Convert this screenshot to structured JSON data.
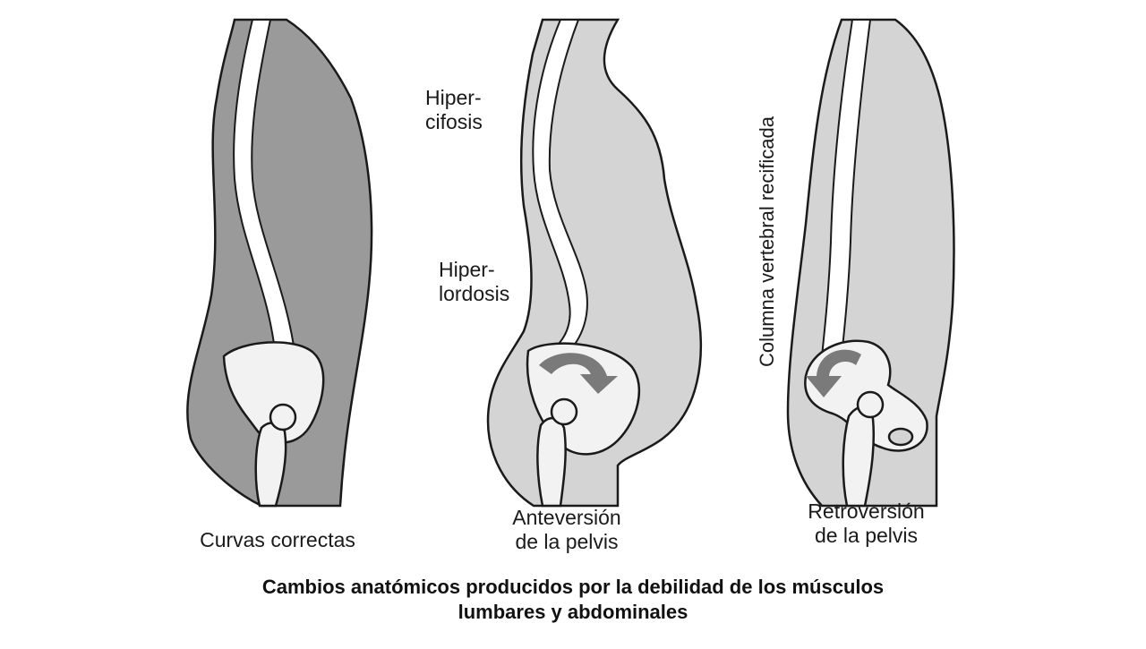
{
  "figures": [
    {
      "id": "correct",
      "labels": [
        "Curvas correctas"
      ]
    },
    {
      "id": "anteversion",
      "labels": [
        "Anteversión",
        "de la pelvis"
      ],
      "annotations": [
        {
          "lines": [
            "Hiper-",
            "cifosis"
          ]
        },
        {
          "lines": [
            "Hiper-",
            "lordosis"
          ]
        }
      ]
    },
    {
      "id": "retroversion",
      "labels": [
        "Retroversión",
        "de la pelvis"
      ],
      "annotations": [
        {
          "lines": [
            "Columna vertebral recificada"
          ]
        }
      ]
    }
  ],
  "caption": {
    "line1": "Cambios anatómicos producidos por la debilidad de los músculos",
    "line2": "lumbares y abdominales"
  },
  "colors": {
    "body_dark": "#9a9a9a",
    "body_light": "#d4d4d4",
    "spine": "#ffffff",
    "bone": "#f2f2f2",
    "outline": "#1a1a1a",
    "arrow": "#7a7a7a"
  }
}
